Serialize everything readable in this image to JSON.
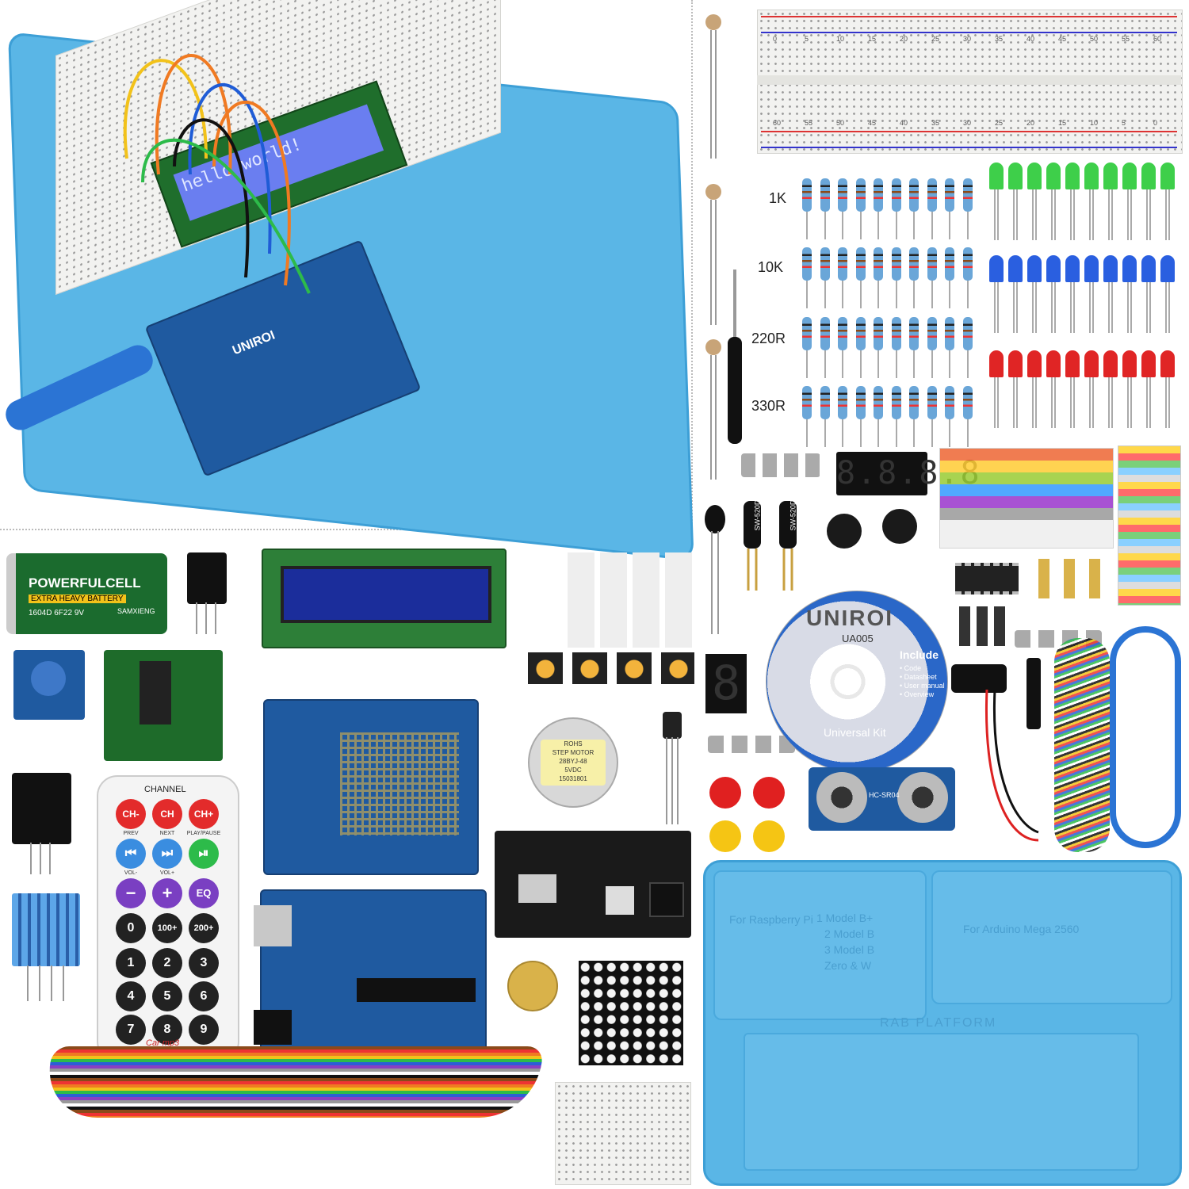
{
  "breadboard_numbers": [
    "0",
    "5",
    "10",
    "15",
    "20",
    "25",
    "30",
    "35",
    "40",
    "45",
    "50",
    "55",
    "60"
  ],
  "resistor_labels": [
    "1K",
    "10K",
    "220R",
    "330R"
  ],
  "battery": {
    "brand": "POWERFULCELL",
    "sub": "EXTRA HEAVY BATTERY",
    "code": "1604D 6F22 9V",
    "maker": "SAMXIENG"
  },
  "lcd_text": "hello world!",
  "cd": {
    "brand": "UNIROI",
    "model": "UA005",
    "include_title": "Include",
    "include_items": [
      "• Code",
      "• Datasheet",
      "• User manual",
      "• Overview"
    ],
    "footer": "Universal Kit"
  },
  "stepper": {
    "line1": "ROHS",
    "line2": "STEP MOTOR",
    "line3": "28BYJ-48",
    "line4": "5VDC",
    "line5": "15031801"
  },
  "remote": {
    "header": "CHANNEL",
    "row1": [
      "CH-",
      "CH",
      "CH+"
    ],
    "row1_sub": [
      "PREV",
      "NEXT",
      "PLAY/PAUSE"
    ],
    "row2": [
      "⏮",
      "⏭",
      "⏯"
    ],
    "row2_sub": [
      "VOL-",
      "VOL+",
      ""
    ],
    "row3": [
      "−",
      "+",
      "EQ"
    ],
    "row4": [
      "0",
      "100+",
      "200+"
    ],
    "digits": [
      "1",
      "2",
      "3",
      "4",
      "5",
      "6",
      "7",
      "8",
      "9"
    ],
    "brand": "Car mp3"
  },
  "tray_labels": {
    "rpi": [
      "For Raspberry Pi",
      "1 Model B+",
      "2 Model B",
      "3 Model B",
      "Zero & W"
    ],
    "mega": "For Arduino Mega 2560",
    "platform": "RAB PLATFORM"
  },
  "tilt_label": "SW-520D",
  "ultrasonic": "HC-SR04",
  "uno_brand": "UNIROI",
  "colors": {
    "tray": "#5ab6e6",
    "pcb": "#1f5aa0",
    "green_led": "#3ecf4a",
    "blue_led": "#2a5fe0",
    "red_led": "#e02525"
  }
}
